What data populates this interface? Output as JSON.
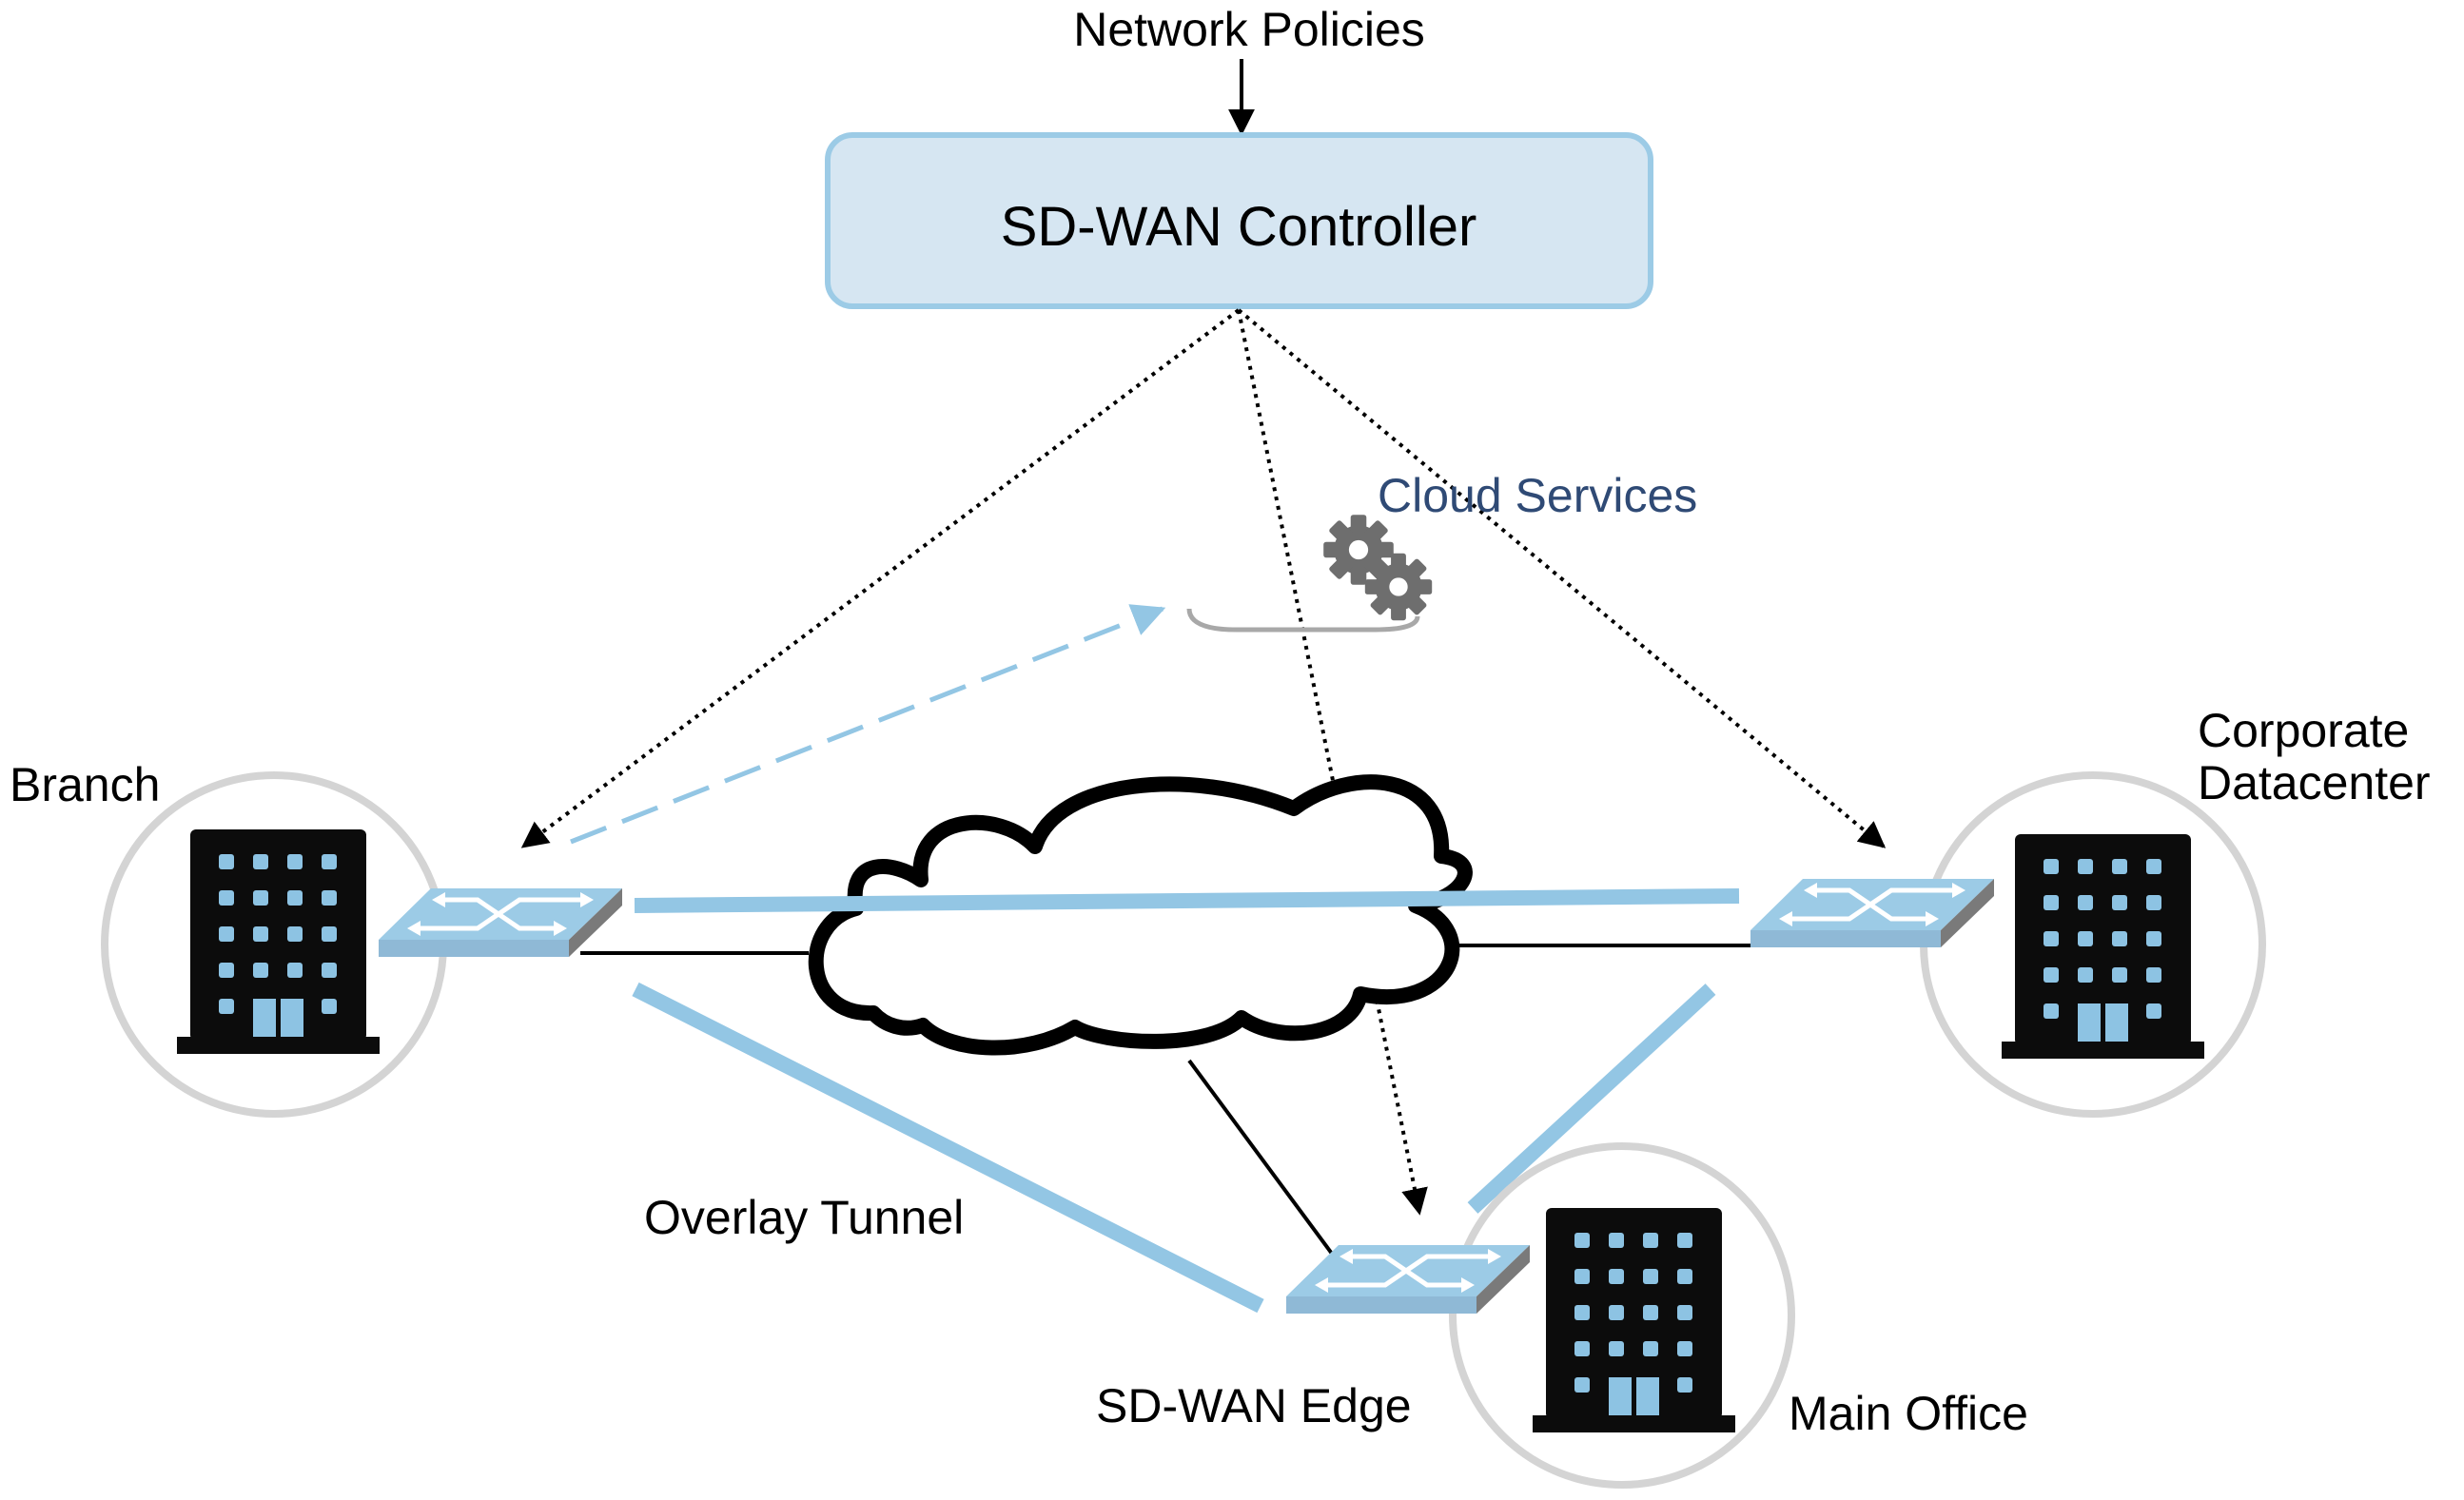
{
  "diagram": {
    "title_input": "Network Policies",
    "controller": {
      "label": "SD-WAN Controller"
    },
    "cloud_services": {
      "label": "Cloud Services"
    },
    "sites": {
      "branch": {
        "label": "Branch"
      },
      "datacenter": {
        "label_line1": "Corporate",
        "label_line2": "Datacenter"
      },
      "main_office": {
        "label": "Main Office"
      }
    },
    "edge_label": "SD-WAN Edge",
    "tunnel_label": "Overlay Tunnel"
  },
  "colors": {
    "controller_fill": "#d6e6f2",
    "controller_stroke": "#9ccbe6",
    "tunnel": "#93c6e4",
    "switch_top": "#9ccbe6",
    "switch_front": "#8fb9d6",
    "switch_side": "#7a7a7a",
    "building": "#0c0c0c",
    "window": "#8dc3e3",
    "site_ring": "#d4d4d4",
    "cloud_services_text": "#2f4a75",
    "gear": "#6e6e6e"
  }
}
